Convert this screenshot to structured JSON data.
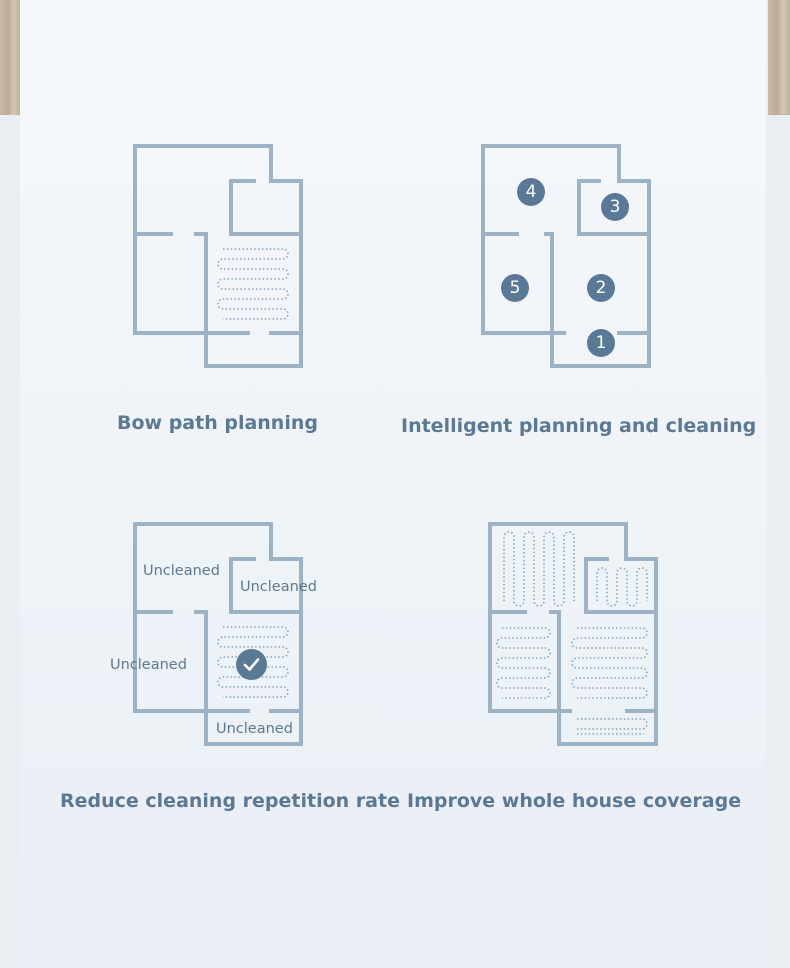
{
  "captions": {
    "bow_path": "Bow path planning",
    "intelligent": "Intelligent planning and cleaning",
    "reduce": "Reduce cleaning repetition rate",
    "improve": "Improve whole house coverage"
  },
  "room_numbers": [
    "1",
    "2",
    "3",
    "4",
    "5"
  ],
  "uncleaned_labels": [
    "Uncleaned",
    "Uncleaned",
    "Uncleaned",
    "Uncleaned"
  ],
  "colors": {
    "wall": "#9db2c4",
    "accent": "#5a7997",
    "text": "#5b7895"
  },
  "icons": {
    "check": "check-icon"
  }
}
